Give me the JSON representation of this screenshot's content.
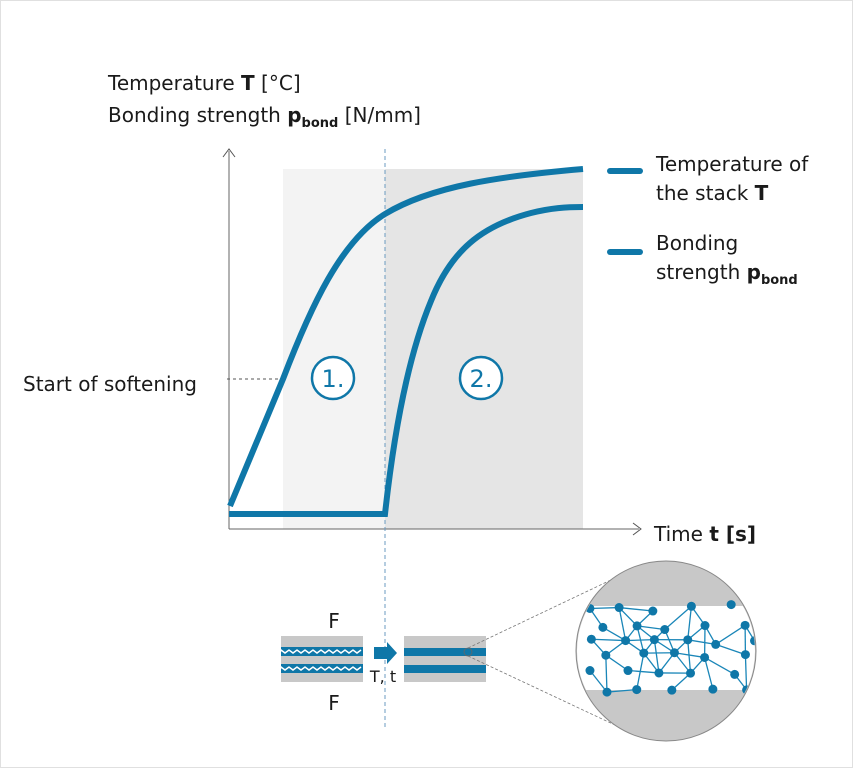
{
  "colors": {
    "accent": "#0f77a8",
    "phase1_bg": "#f3f3f3",
    "phase2_bg": "#e5e5e5",
    "layer_grey": "#c8c8c8"
  },
  "y_axis": {
    "line1_prefix": "Temperature ",
    "line1_symbol": "T",
    "line1_unit": " [°C]",
    "line2_prefix": "Bonding strength ",
    "line2_symbol": "p",
    "line2_sub": "bond",
    "line2_unit": " [N/mm]"
  },
  "x_axis": {
    "prefix": "Time ",
    "symbol": "t [s]"
  },
  "annotation": "Start of softening",
  "phases": [
    "1.",
    "2."
  ],
  "legend": [
    {
      "line1": "Temperature of",
      "line2": "the stack ",
      "symbol": "T"
    },
    {
      "line1": "Bonding",
      "line2": "strength ",
      "symbol": "p",
      "sub": "bond"
    }
  ],
  "illustration": {
    "force_top": "F",
    "force_bottom": "F",
    "process_label": "T, t"
  }
}
